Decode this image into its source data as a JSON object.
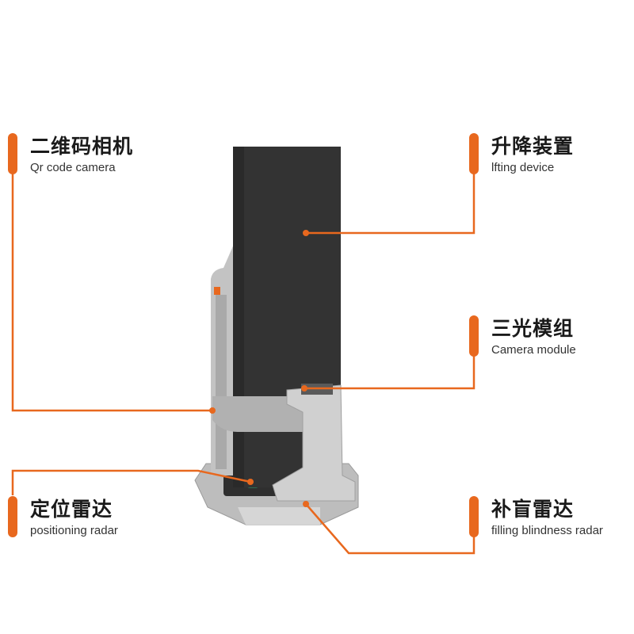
{
  "colors": {
    "accent": "#e8681e",
    "body_dark": "#333333",
    "frame_grey": "#b9b9b9",
    "panel_light": "#d4d4d4"
  },
  "labels": {
    "qr_camera": {
      "zh": "二维码相机",
      "en": "Qr code camera"
    },
    "lifting_device": {
      "zh": "升降装置",
      "en": "lfting device"
    },
    "camera_module": {
      "zh": "三光模组",
      "en": "Camera module"
    },
    "positioning_radar": {
      "zh": "定位雷达",
      "en": "positioning radar"
    },
    "filling_radar": {
      "zh": "补盲雷达",
      "en": "filling blindness radar"
    }
  }
}
